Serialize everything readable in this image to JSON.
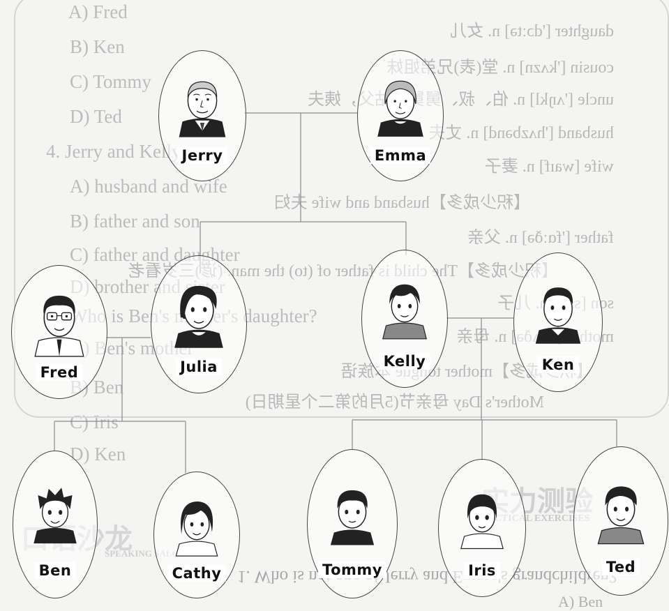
{
  "members": [
    {
      "id": "jerry",
      "name": "Jerry"
    },
    {
      "id": "emma",
      "name": "Emma"
    },
    {
      "id": "fred",
      "name": "Fred"
    },
    {
      "id": "julia",
      "name": "Julia"
    },
    {
      "id": "kelly",
      "name": "Kelly"
    },
    {
      "id": "ken",
      "name": "Ken"
    },
    {
      "id": "ben",
      "name": "Ben"
    },
    {
      "id": "cathy",
      "name": "Cathy"
    },
    {
      "id": "tommy",
      "name": "Tommy"
    },
    {
      "id": "iris",
      "name": "Iris"
    },
    {
      "id": "ted",
      "name": "Ted"
    }
  ],
  "background_text": {
    "quiz_left": [
      "A) Fred",
      "B) Ken",
      "C) Tommy",
      "D) Ted",
      "4. Jerry and Kelly are",
      "A) husband and wife",
      "B) father and son",
      "C) father and daughter",
      "D) brother and sister",
      "Who is Ben's mother's daughter?",
      "A) Ben's mother",
      "B) Ben",
      "C) Iris",
      "D) Ken"
    ],
    "vocab_mirrored": [
      "daughter ['dɔːtə] n. 女儿",
      "cousin ['kʌzn] n. 堂(表)兄弟姐妹",
      "uncle ['ʌŋkl] n. 伯、叔、舅舅，姑父，姨夫",
      "husband ['hʌzbənd] n. 丈夫",
      "wife [waɪf] n. 妻子",
      "【积少成多】husband and wife 夫妇",
      "father ['fɑːðə] n. 父亲",
      "【积少成多】The child is father of (to) the man. (谚)三岁看老",
      "son [sʌn] n. 儿子",
      "mother ['mʌðə] n. 母亲",
      "【积少成多】mother tongue 本族语",
      "Mother's Day 母亲节(5月的第二个星期日)"
    ],
    "section_big": [
      "实力测验",
      "口语沙龙"
    ],
    "section_sub": [
      "PRACTICAL EXERCISES",
      "SPEAKING SALON"
    ],
    "question_bottom": "1. Who is not one of Jerry and Emma's grandchildren?",
    "answer_bottom": "A) Ben"
  }
}
